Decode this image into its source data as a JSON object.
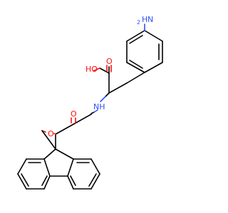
{
  "molecule": {
    "atom_labels": {
      "amine_n": "N",
      "amine_h2": "H",
      "amine_sub": "2",
      "hydroxyl": "HO",
      "carbonyl_acid": "O",
      "carbamate_nh": "NH",
      "ester_o": "O",
      "carbonyl_carbamate": "O"
    },
    "colors": {
      "oxygen": "#ff0d0d",
      "nitrogen": "#3050f8",
      "carbon_bond": "#000000"
    }
  }
}
